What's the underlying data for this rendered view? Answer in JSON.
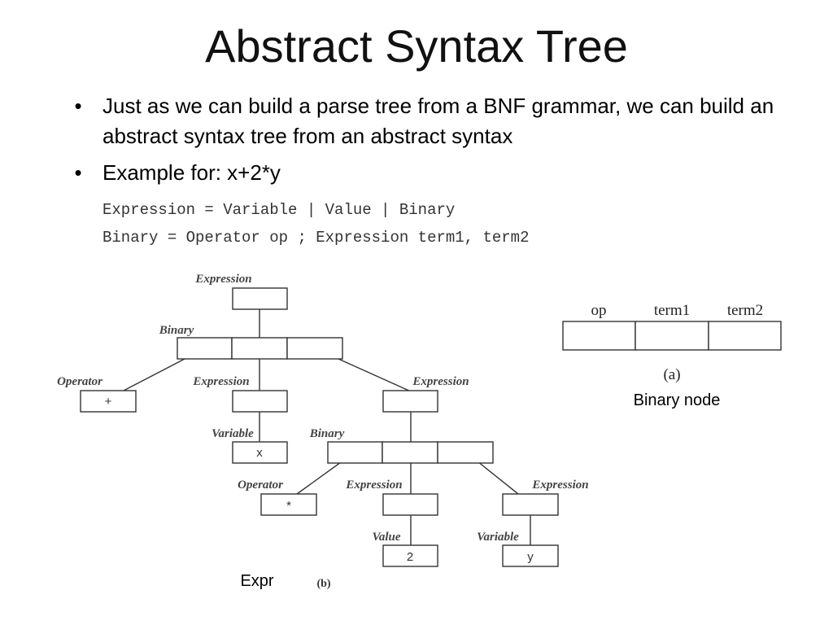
{
  "slide": {
    "title": "Abstract Syntax Tree",
    "bullets": [
      "Just as we can build a parse tree from a BNF grammar, we can build an abstract syntax tree from an abstract syntax",
      "Example for:  x+2*y"
    ],
    "code_lines": [
      "Expression = Variable | Value | Binary",
      "Binary = Operator op ; Expression term1, term2"
    ]
  },
  "binary_node": {
    "headers": [
      "op",
      "term1",
      "term2"
    ],
    "tag": "(a)",
    "caption": "Binary node"
  },
  "tree": {
    "labels": {
      "root_expression": "Expression",
      "binary_top": "Binary",
      "operator_left": "Operator",
      "expression_mid": "Expression",
      "expression_right": "Expression",
      "variable_x": "Variable",
      "binary_inner": "Binary",
      "operator_inner": "Operator",
      "expression_inner_mid": "Expression",
      "expression_inner_right": "Expression",
      "value_2": "Value",
      "variable_y": "Variable"
    },
    "values": {
      "plus": "+",
      "x": "x",
      "star": "*",
      "two": "2",
      "y": "y"
    },
    "caption_left": "Expr",
    "tag": "(b)"
  }
}
